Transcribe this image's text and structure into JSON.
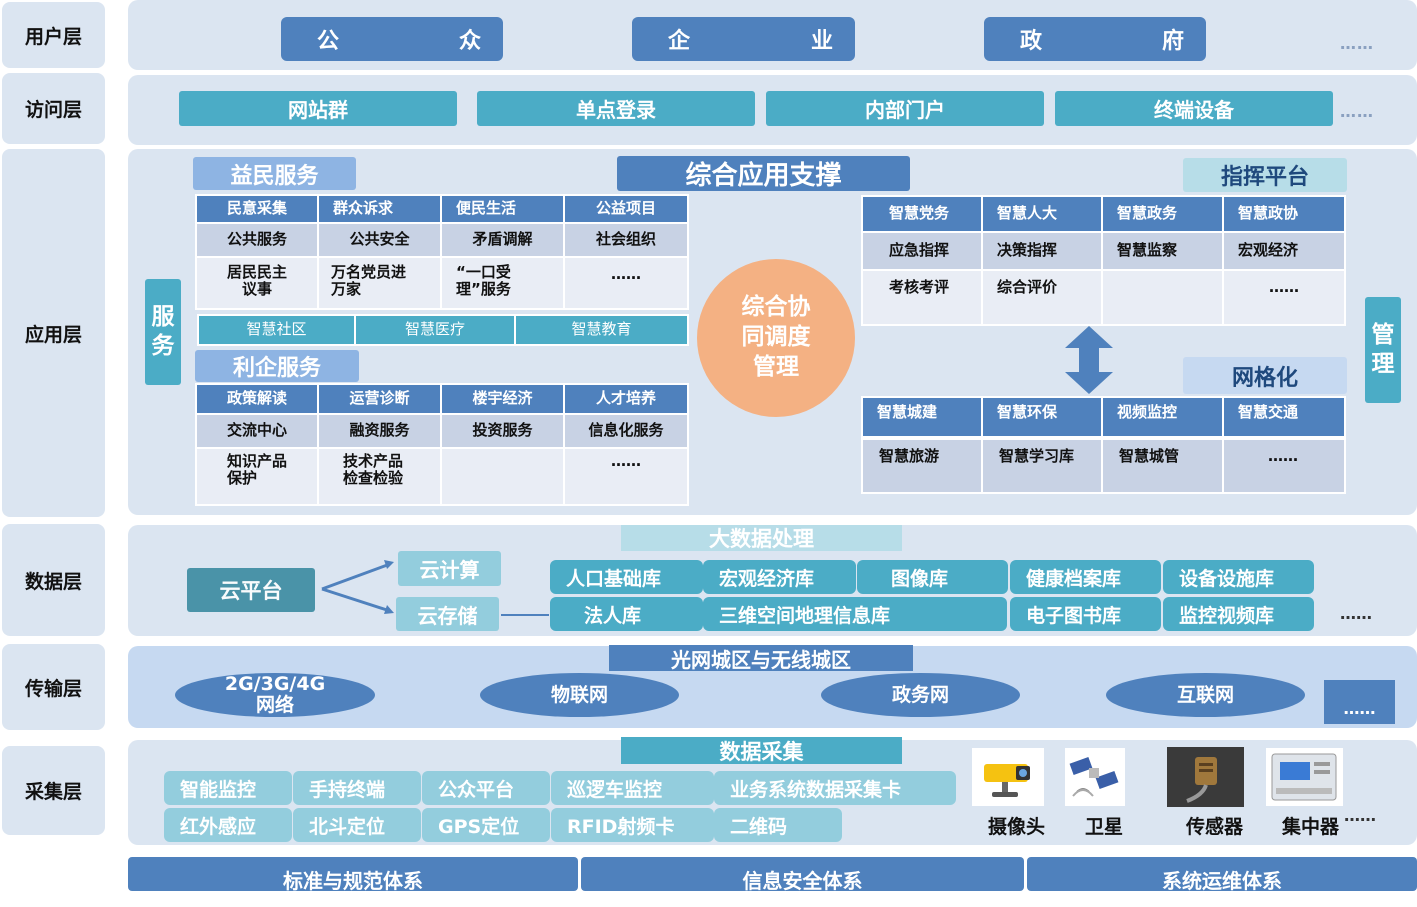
{
  "layers": {
    "user": "用户层",
    "access": "访问层",
    "app": "应用层",
    "data": "数据层",
    "transport": "传输层",
    "collect": "采集层"
  },
  "user_layer": {
    "items": [
      [
        "公",
        "众"
      ],
      [
        "企",
        "业"
      ],
      [
        "政",
        "府"
      ]
    ],
    "more": "……"
  },
  "access_layer": {
    "items": [
      "网站群",
      "单点登录",
      "内部门户",
      "终端设备"
    ],
    "more": "……"
  },
  "app_layer": {
    "left_side_label": "服务",
    "right_side_label": "管理",
    "yimin": {
      "title": "益民服务",
      "rows": [
        [
          "民意采集",
          "群众诉求",
          "便民生活",
          "公益项目"
        ],
        [
          "公共服务",
          "公共安全",
          "矛盾调解",
          "社会组织"
        ],
        [
          "居民民主议事",
          "万名党员进万家",
          "“一口受理”服务",
          "……"
        ]
      ]
    },
    "smart_community": [
      "智慧社区",
      "智慧医疗",
      "智慧教育"
    ],
    "liqi": {
      "title": "利企服务",
      "rows": [
        [
          "政策解读",
          "运营诊断",
          "楼宇经济",
          "人才培养"
        ],
        [
          "交流中心",
          "融资服务",
          "投资服务",
          "信息化服务"
        ],
        [
          "知识产品保护",
          "技术产品检查检验",
          "",
          "……"
        ]
      ]
    },
    "center_title": "综合应用支撑",
    "center_circle": "综合协同调度管理",
    "command": {
      "title": "指挥平台",
      "rows": [
        [
          "智慧党务",
          "智慧人大",
          "智慧政务",
          "智慧政协"
        ],
        [
          "应急指挥",
          "决策指挥",
          "智慧监察",
          "宏观经济"
        ],
        [
          "考核考评",
          "综合评价",
          "",
          "……"
        ]
      ]
    },
    "grid": {
      "title": "网格化",
      "rows": [
        [
          "智慧城建",
          "智慧环保",
          "视频监控",
          "智慧交通"
        ],
        [
          "智慧旅游",
          "智慧学习库",
          "智慧城管",
          "……"
        ]
      ]
    }
  },
  "data_layer": {
    "bigdata_title": "大数据处理",
    "cloud_platform": "云平台",
    "cloud_compute": "云计算",
    "cloud_storage": "云存储",
    "row1": [
      "人口基础库",
      "宏观经济库",
      "图像库",
      "健康档案库",
      "设备设施库"
    ],
    "row2": [
      "法人库",
      "三维空间地理信息库",
      "电子图书库",
      "监控视频库"
    ],
    "more": "……"
  },
  "transport_layer": {
    "title": "光网城区与无线城区",
    "networks": [
      "2G/3G/4G网络",
      "物联网",
      "政务网",
      "互联网"
    ],
    "more": "……"
  },
  "collect_layer": {
    "title": "数据采集",
    "row1": [
      "智能监控",
      "手持终端",
      "公众平台",
      "巡逻车监控",
      "业务系统数据采集卡"
    ],
    "row2": [
      "红外感应",
      "北斗定位",
      "GPS定位",
      "RFID射频卡",
      "二维码"
    ],
    "devices": [
      "摄像头",
      "卫星",
      "传感器",
      "集中器"
    ],
    "more": "……"
  },
  "bottom": [
    "标准与规范体系",
    "信息安全体系",
    "系统运维体系"
  ]
}
